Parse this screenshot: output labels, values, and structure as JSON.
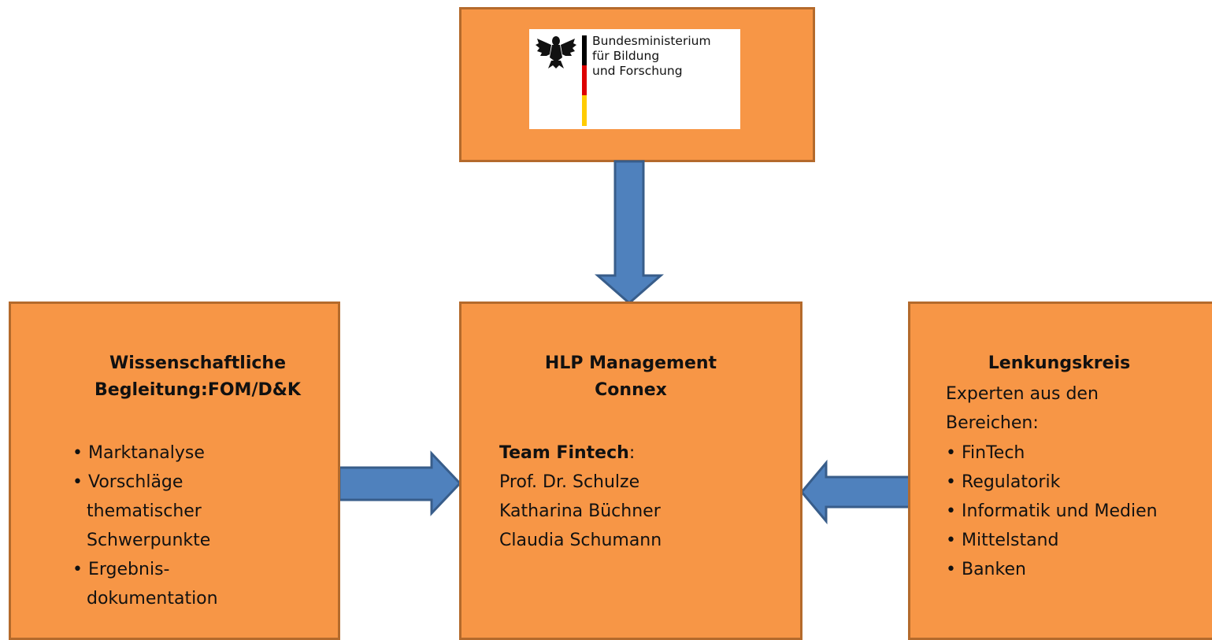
{
  "top": {
    "logo": {
      "lines": [
        "Bundesministerium",
        "für Bildung",
        "und Forschung"
      ],
      "eagle_icon": "federal-eagle-icon",
      "flag_colors": [
        "#000000",
        "#DD0000",
        "#FFCC00"
      ]
    }
  },
  "left": {
    "title_lines": [
      "Wissenschaftliche",
      "Begleitung:FOM/D&K"
    ],
    "items": [
      {
        "bullet": "•",
        "text": "Marktanalyse"
      },
      {
        "bullet": "•",
        "lines": [
          " Vorschläge",
          "thematischer",
          "Schwerpunkte"
        ]
      },
      {
        "bullet": "•",
        "lines": [
          "Ergebnis-",
          "dokumentation"
        ]
      }
    ]
  },
  "center": {
    "title_lines": [
      "HLP Management",
      "Connex"
    ],
    "team_label": "Team Fintech",
    "team_colon": ":",
    "members": [
      "Prof. Dr. Schulze",
      "Katharina Büchner",
      "Claudia Schumann"
    ]
  },
  "right": {
    "title": "Lenkungskreis",
    "intro_lines": [
      "Experten aus den",
      "Bereichen:"
    ],
    "bullet": "•",
    "items": [
      "FinTech",
      "Regulatorik",
      "Informatik und Medien",
      "Mittelstand",
      "Banken"
    ]
  },
  "colors": {
    "box_fill": "#F79646",
    "box_border": "#B46A2C",
    "arrow_fill": "#4F81BD",
    "arrow_border": "#385D8A"
  }
}
